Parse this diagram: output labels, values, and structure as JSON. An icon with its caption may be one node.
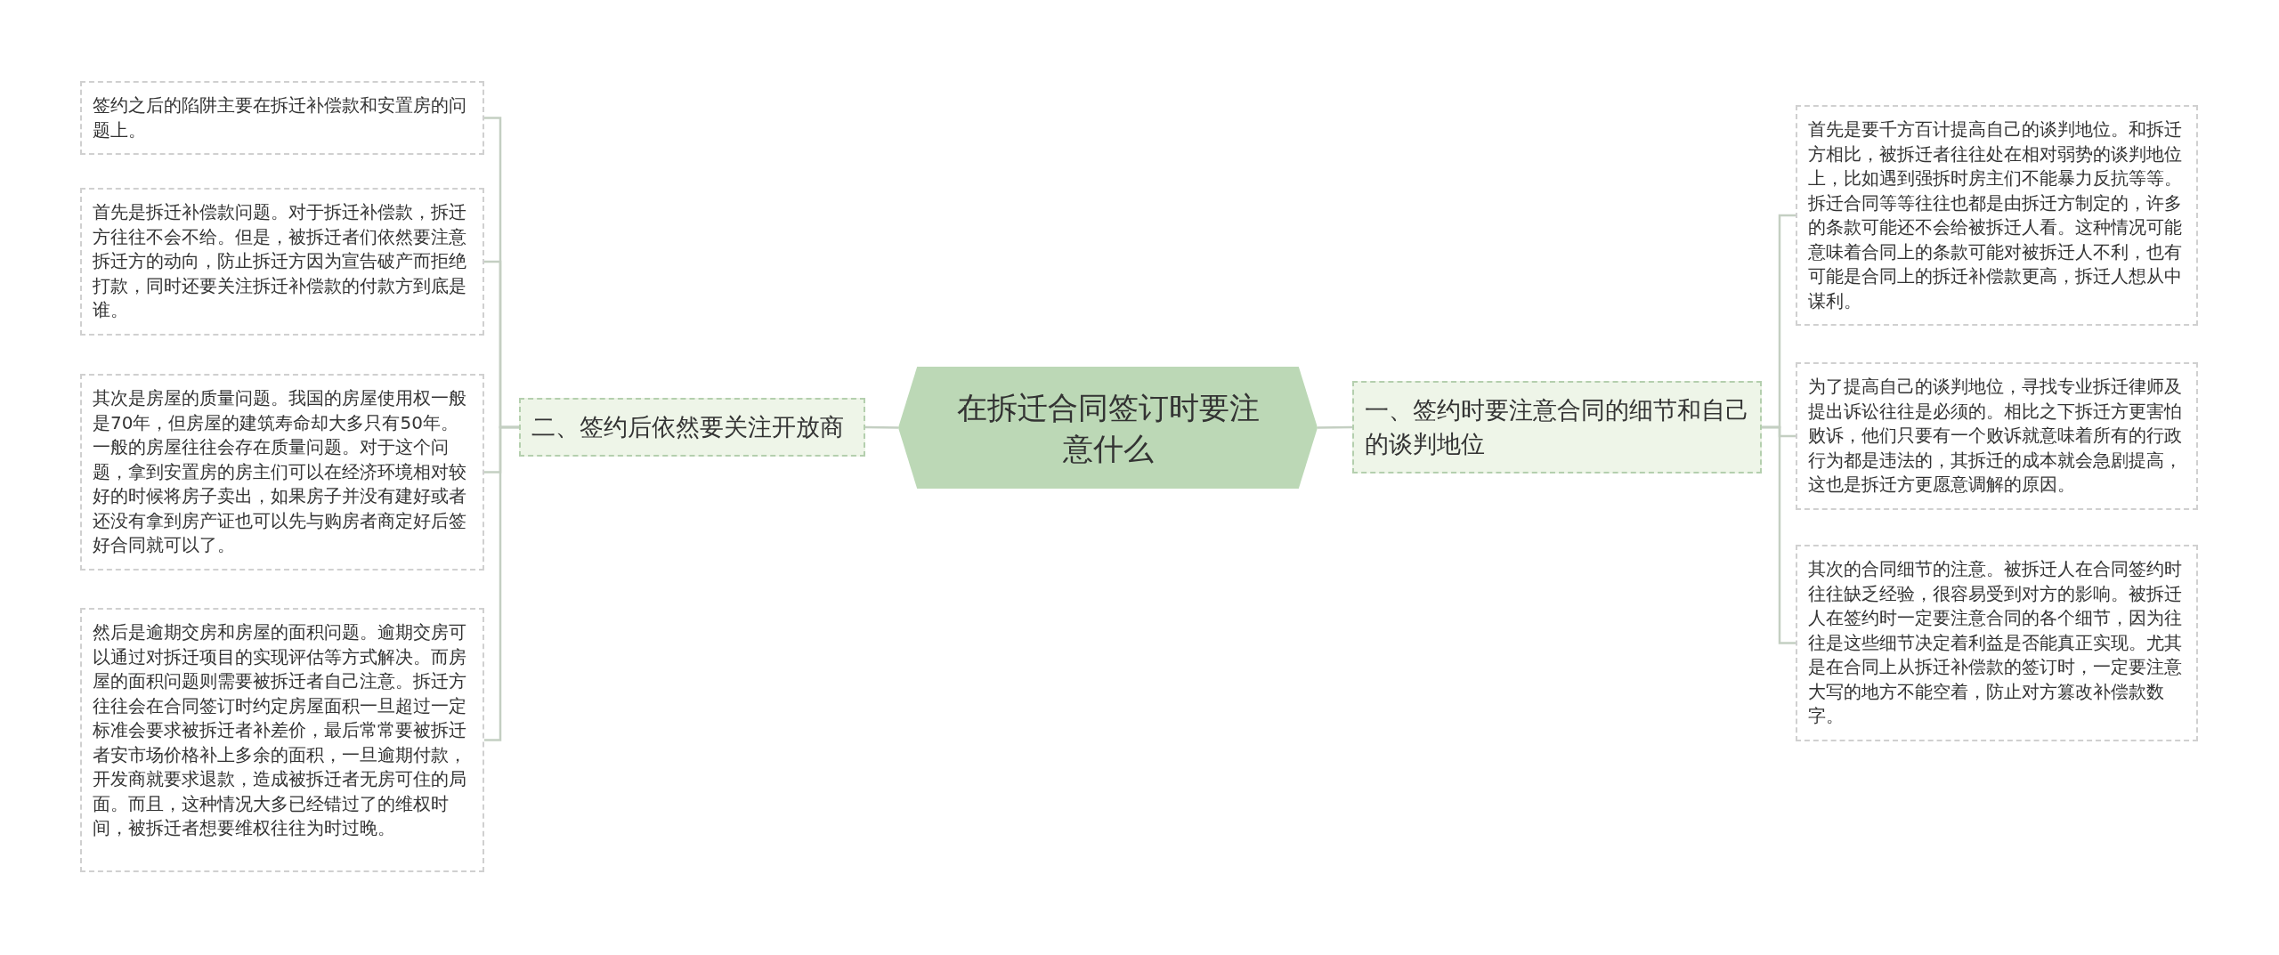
{
  "diagram": {
    "nodes": [
      {
        "text": [
          "在拆迁合同签订时要注意什么"
        ]
      },
      {
        "text": [
          "二、签约后依然要关注开放商"
        ]
      },
      {
        "text": [
          "签约之后的陷阱主要在拆迁补偿款和安置房的问题上。"
        ]
      },
      {
        "text": [
          "首先是拆迁补偿款问题。对于拆迁补偿款，拆迁方往往不会不给。但是，被拆迁者们依然要注意拆迁方的动向，防止拆迁方因为宣告破产而拒绝打款，同时还要关注拆迁补偿款的付款方到底是谁。"
        ]
      },
      {
        "text": [
          "其次是房屋的质量问题。我国的房屋使用权一般是70年，但房屋的建筑寿命却大多只有50年。一般的房屋往往会存在质量问题。对于这个问题，拿到安置房的房主们可以在经济环境相对较好的时候将房子卖出，如果房子并没有建好或者还没有拿到房产证也可以先与购房者商定好后签好合同就可以了。"
        ]
      },
      {
        "text": [
          "然后是逾期交房和房屋的面积问题。逾期交房可以通过对拆迁项目的实现评估等方式解决。而房屋的面积问题则需要被拆迁者自己注意。拆迁方往往会在合同签订时约定房屋面积一旦超过一定标准会要求被拆迁者补差价，最后常常要被拆迁者安市场价格补上多余的面积，一旦逾期付款，开发商就要求退款，造成被拆迁者无房可住的局面。而且，这种情况大多已经错过了的维权时间，被拆迁者想要维权往往为时过晚。"
        ]
      },
      {
        "text": [
          "一、签约时要注意合同的细节和自己的谈判地位"
        ]
      },
      {
        "text": [
          "首先是要千方百计提高自己的谈判地位。和拆迁方相比，被拆迁者往往处在相对弱势的谈判地位上，比如遇到强拆时房主们不能暴力反抗等等。拆迁合同等等往往也都是由拆迁方制定的，许多的条款可能还不会给被拆迁人看。这种情况可能意味着合同上的条款可能对被拆迁人不利，也有可能是合同上的拆迁补偿款更高，拆迁人想从中谋利。"
        ]
      },
      {
        "text": [
          "为了提高自己的谈判地位，寻找专业拆迁律师及提出诉讼往往是必须的。相比之下拆迁方更害怕败诉，他们只要有一个败诉就意味着所有的行政行为都是违法的，其拆迁的成本就会急剧提高，这也是拆迁方更愿意调解的原因。"
        ]
      },
      {
        "text": [
          "其次的合同细节的注意。被拆迁人在合同签约时往往缺乏经验，很容易受到对方的影响。被拆迁人在签约时一定要注意合同的各个细节，因为往往是这些细节决定着利益是否能真正实现。尤其是在合同上从拆迁补偿款的签订时，一定要注意大写的地方不能空着，防止对方篡改补偿款数字。"
        ]
      }
    ],
    "edges": [
      {
        "from": 0,
        "to": 1,
        "arrow": "none"
      },
      {
        "from": 1,
        "to": 2,
        "arrow": "none"
      },
      {
        "from": 1,
        "to": 3,
        "arrow": "none"
      },
      {
        "from": 1,
        "to": 4,
        "arrow": "none"
      },
      {
        "from": 1,
        "to": 5,
        "arrow": "none"
      },
      {
        "from": 0,
        "to": 6,
        "arrow": "none"
      },
      {
        "from": 6,
        "to": 7,
        "arrow": "none"
      },
      {
        "from": 6,
        "to": 8,
        "arrow": "none"
      },
      {
        "from": 6,
        "to": 9,
        "arrow": "none"
      }
    ]
  }
}
